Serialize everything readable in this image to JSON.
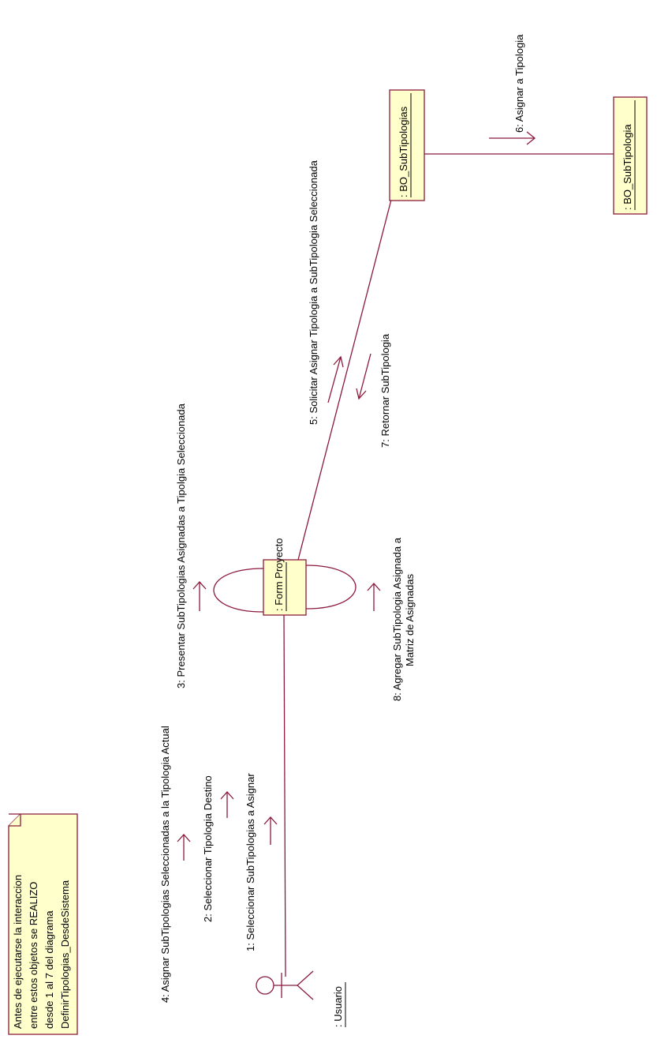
{
  "note": {
    "lines": [
      "Antes de ejecutarse la interaccion",
      "entre estos objetos se REALIZO",
      "desde 1 al 7 del diagrama",
      "DefinirTipologias_DesdeSistema"
    ]
  },
  "actor": {
    "label": ": Usuario"
  },
  "objects": {
    "form": ": Form Proyecto",
    "bo_subtipologias": ": BO_SubTipologias",
    "bo_subtipologia": ": BO_SubTipologia"
  },
  "messages": {
    "m1": "1: Seleccionar SubTipologias a Asignar",
    "m2": "2: Seleccionar Tipologia Destino",
    "m3": "3: Presentar SubTipologias Asignadas a Tipolgia Seleccionada",
    "m4": "4: Asignar SubTipologias Seleccionadas a la Tipologia Actual",
    "m5": "5: Solicitar Asignar Tipologia a SubTipologia Seleccionada",
    "m6": "6: Asignar a Tipologia",
    "m7": "7: Retornar SubTipologia",
    "m8_line1": "8: Agregar SubTipologia Asignada a",
    "m8_line2": "Matriz de Asignadas"
  },
  "colors": {
    "line": "#8b1a3c",
    "fill": "#ffffcc"
  }
}
